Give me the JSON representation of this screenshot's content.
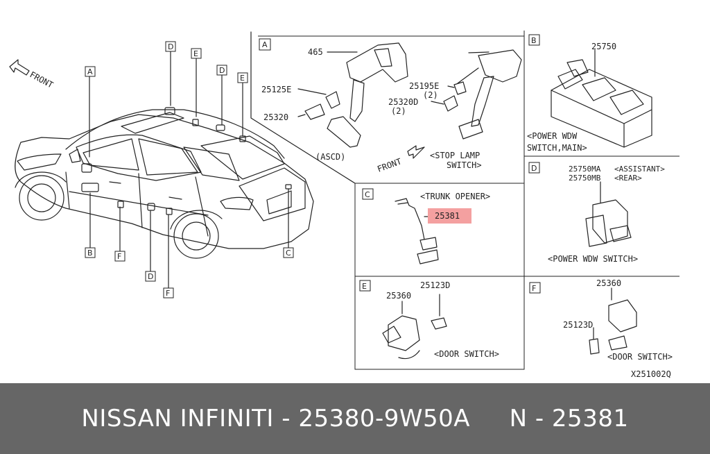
{
  "orientation": {
    "front_label": "FRONT"
  },
  "car_callouts": [
    "A",
    "B",
    "C",
    "D",
    "E",
    "F"
  ],
  "panels": {
    "A": {
      "letter": "A",
      "parts": [
        "465",
        "25125E",
        "25320",
        "25195E",
        "(2)",
        "25320D",
        "(2)"
      ],
      "notes": [
        "(ASCD)",
        "<STOP LAMP",
        "SWITCH>",
        "FRONT"
      ]
    },
    "B": {
      "letter": "B",
      "parts": [
        "25750"
      ],
      "caption_line1": "<POWER WDW",
      "caption_line2": "SWITCH,MAIN>"
    },
    "C": {
      "letter": "C",
      "caption": "<TRUNK OPENER>",
      "highlight_part": "25381",
      "highlight_color": "#f4a0a0"
    },
    "D": {
      "letter": "D",
      "parts": [
        "25750MA",
        "25750MB"
      ],
      "part_notes": [
        "<ASSISTANT>",
        "<REAR>"
      ],
      "caption": "<POWER WDW SWITCH>"
    },
    "E": {
      "letter": "E",
      "parts": [
        "25123D",
        "25360"
      ],
      "caption": "<DOOR SWITCH>"
    },
    "F": {
      "letter": "F",
      "parts": [
        "25360",
        "25123D"
      ],
      "caption": "<DOOR SWITCH>"
    }
  },
  "diagram_code": "X251002Q",
  "footer": {
    "brand": "NISSAN INFINITI - 25380-9W50A",
    "part": "N - 25381"
  }
}
